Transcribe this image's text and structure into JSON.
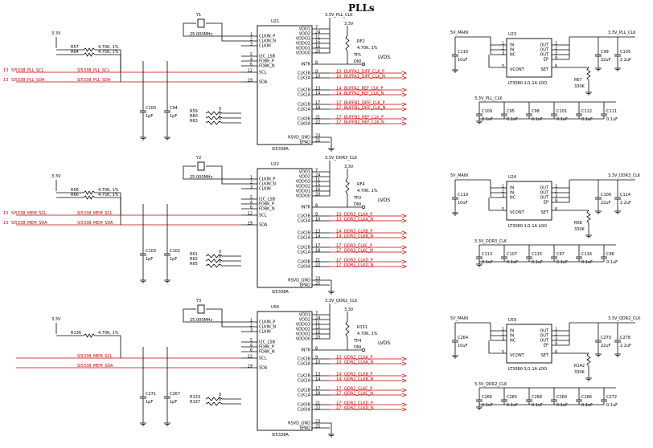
{
  "title": "PLLs",
  "nets": {
    "v33": "3.3V",
    "v33_pll": "3.3V_PLL_CLK",
    "v33_ddr3": "3.3V_DDR3_CLK",
    "v33_qdr2": "3.3V_QDR2_CLK",
    "v5": "5V_MAIN",
    "pll_scl": "SI5338_PLL_SCL",
    "pll_sda": "SI5338_PLL_SDA",
    "mem_scl": "SI5338_MEM_SCL",
    "mem_sda": "SI5338_MEM_SDA",
    "sheet_ref": "13"
  },
  "labels": {
    "lvds": "LVDS",
    "dni": "DNI",
    "xtal": "25.000MHz",
    "chip": "SI5338A",
    "ldo": "LT3080-1/1.1A LDO"
  },
  "pins_left": [
    {
      "num": "1",
      "name": "CLKIN_P"
    },
    {
      "num": "2",
      "name": "CLKIN_N"
    },
    {
      "num": "3",
      "name": "CLKIN"
    },
    {
      "num": "5",
      "name": "I2C_LSB"
    },
    {
      "num": "4",
      "name": "FDBK_P"
    },
    {
      "num": "6",
      "name": "FDBK_N"
    },
    {
      "num": "12",
      "name": "SCL"
    },
    {
      "num": "19",
      "name": "SDA"
    }
  ],
  "pins_right": [
    {
      "num": "7",
      "name": "VDD1"
    },
    {
      "num": "24",
      "name": "VDD2"
    },
    {
      "num": "11",
      "name": "VDDO3"
    },
    {
      "num": "15",
      "name": "VDDO2"
    },
    {
      "num": "16",
      "name": "VDDO1"
    },
    {
      "num": "20",
      "name": "VDDO0"
    },
    {
      "num": "8",
      "name": "INTR"
    },
    {
      "num": "9",
      "name": "CLK3B"
    },
    {
      "num": "10",
      "name": "CLK3A"
    },
    {
      "num": "13",
      "name": "CLK2B"
    },
    {
      "num": "14",
      "name": "CLK2A"
    },
    {
      "num": "17",
      "name": "CLK1B"
    },
    {
      "num": "18",
      "name": "CLK1A"
    },
    {
      "num": "21",
      "name": "CLK0B"
    },
    {
      "num": "22",
      "name": "CLK0A"
    },
    {
      "num": "23",
      "name": "RSVD_GND"
    },
    {
      "num": "25",
      "name": "EPAD"
    }
  ],
  "ldo_pins": {
    "in_left": [
      {
        "num": "1",
        "name": "IN"
      },
      {
        "num": "2",
        "name": "IN"
      },
      {
        "num": "3",
        "name": "NC"
      }
    ],
    "out_right": [
      {
        "num": "1",
        "name": "OUT"
      },
      {
        "num": "2",
        "name": "OUT"
      },
      {
        "num": "3",
        "name": "OUT"
      },
      {
        "num": "9",
        "name": "EP"
      }
    ],
    "vcont": {
      "num": "5",
      "name": "VCONT"
    },
    "set": {
      "num": "6",
      "name": "SET"
    }
  },
  "blocks": [
    {
      "chip": "U21",
      "xtal": "Y1",
      "rpull": "RF2",
      "tp": "TP1",
      "rval": "4.70K, 1%",
      "vnet": "3.3V_PLL_CLK",
      "res_left": [
        {
          "ref": "R57",
          "val": "4.70K, 1%"
        },
        {
          "ref": "R64",
          "val": "4.75K, 1%"
        }
      ],
      "caps_left": [
        {
          "ref": "C100",
          "val": "1pF"
        },
        {
          "ref": "C94",
          "val": "1pF"
        }
      ],
      "res_zero": [
        "R59",
        "R60",
        "R63"
      ],
      "scl": "SI5338_PLL_SCL",
      "sda": "SI5338_PLL_SDA",
      "outputs": [
        "BUFFA1_DIFF_CLK_P",
        "BUFFA1_DIFF_CLK_N",
        "BUFFA2_REF_CLK_P",
        "BUFFA2_REF_CLK_N",
        "BUFFB1_DIFF_CLK_P",
        "BUFFB1_DIFF_CLK_N",
        "BUFFB2_REF_CLK_P",
        "BUFFB2_REF_CLK_N"
      ]
    },
    {
      "chip": "U22",
      "xtal": "Y2",
      "rpull": "RF4",
      "tp": "TP2",
      "rval": "4.70K, 1%",
      "vnet": "3.3V_DDR3_CLK",
      "res_left": [
        {
          "ref": "R58",
          "val": "4.70K, 1%"
        },
        {
          "ref": "R66",
          "val": "4.75K, 1%"
        }
      ],
      "caps_left": [
        {
          "ref": "C103",
          "val": "1pF"
        },
        {
          "ref": "C102",
          "val": "1pF"
        }
      ],
      "res_zero": [
        "R61",
        "R62",
        "R65"
      ],
      "scl": "SI5338_MEM_SCL",
      "sda": "SI5338_MEM_SDA",
      "outputs": [
        "DDR3_CLKA_P",
        "DDR3_CLKA_N",
        "DDR3_CLKB_P",
        "DDR3_CLKB_N",
        "DDR3_CLKC_P",
        "DDR3_CLKC_N",
        "DDR3_CLKD_P",
        "DDR3_CLKD_N"
      ]
    },
    {
      "chip": "U56",
      "xtal": "Y3",
      "rpull": "R151",
      "tp": "TP4",
      "rval": "4.70K, 1%",
      "vnet": "3.3V_QDR2_CLK",
      "res_left": [
        {
          "ref": "R136",
          "val": "4.70K, 1%"
        }
      ],
      "caps_left": [
        {
          "ref": "C271",
          "val": "1pF"
        },
        {
          "ref": "C267",
          "val": "1pF"
        }
      ],
      "res_zero": [
        "R133",
        "R137"
      ],
      "scl": "SI5338_MEM_SCL",
      "sda": "SI5338_MEM_SDA",
      "outputs": [
        "QDR2_CLKA_P",
        "QDR2_CLKA_N",
        "QDR2_CLKB_P",
        "QDR2_CLKB_N",
        "QDR2_CLKC_P",
        "QDR2_CLKC_N",
        "QDR2_CLKD_P",
        "QDR2_CLKD_N"
      ]
    }
  ],
  "ldos": [
    {
      "ref": "U23",
      "vout": "3.3V_PLL_CLK",
      "cin": {
        "ref": "C110",
        "val": "10uF"
      },
      "cout": [
        {
          "ref": "C99",
          "val": "22uF"
        },
        {
          "ref": "C105",
          "val": "2.2uF"
        }
      ],
      "rset": {
        "ref": "R67",
        "val": "330K"
      },
      "bypass": [
        {
          "ref": "C109",
          "val": "0.1uF"
        },
        {
          "ref": "C95",
          "val": "0.1uF"
        },
        {
          "ref": "C98",
          "val": "0.1uF"
        },
        {
          "ref": "C101",
          "val": "0.1uF"
        },
        {
          "ref": "C112",
          "val": "0.1uF"
        },
        {
          "ref": "C111",
          "val": "0.1uF"
        }
      ]
    },
    {
      "ref": "U24",
      "vout": "3.3V_DDR3_CLK",
      "cin": {
        "ref": "C119",
        "val": "10uF"
      },
      "cout": [
        {
          "ref": "C106",
          "val": "22uF"
        },
        {
          "ref": "C114",
          "val": "2.2uF"
        }
      ],
      "rset": {
        "ref": "R68",
        "val": "330K"
      },
      "bypass": [
        {
          "ref": "C113",
          "val": "0.1uF"
        },
        {
          "ref": "C107",
          "val": "0.1uF"
        },
        {
          "ref": "C115",
          "val": "0.1uF"
        },
        {
          "ref": "C97",
          "val": "0.1uF"
        },
        {
          "ref": "C116",
          "val": "0.1uF"
        },
        {
          "ref": "C96",
          "val": "0.1uF"
        }
      ]
    },
    {
      "ref": "U59",
      "vout": "3.3V_QDR2_CLK",
      "cin": {
        "ref": "C264",
        "val": "10uF"
      },
      "cout": [
        {
          "ref": "C270",
          "val": "22uF"
        },
        {
          "ref": "C278",
          "val": "2.2uF"
        }
      ],
      "rset": {
        "ref": "R142",
        "val": "330K"
      },
      "bypass": [
        {
          "ref": "C266",
          "val": "0.1uF"
        },
        {
          "ref": "C265",
          "val": "0.1uF"
        },
        {
          "ref": "C268",
          "val": "0.1uF"
        },
        {
          "ref": "C269",
          "val": "0.1uF"
        },
        {
          "ref": "C266",
          "val": "0.1uF"
        },
        {
          "ref": "C272",
          "val": "0.1uF"
        }
      ]
    }
  ]
}
